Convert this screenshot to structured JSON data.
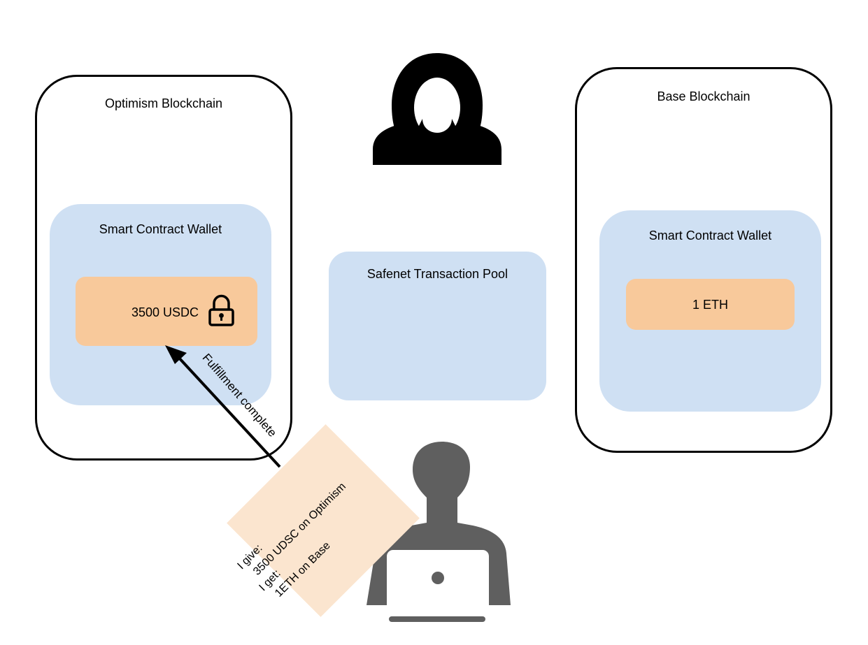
{
  "optimism": {
    "title": "Optimism Blockchain",
    "wallet_title": "Smart Contract Wallet",
    "asset": "3500 USDC"
  },
  "base": {
    "title": "Base Blockchain",
    "wallet_title": "Smart Contract Wallet",
    "asset": "1 ETH"
  },
  "pool": {
    "title": "Safenet Transaction Pool"
  },
  "arrow": {
    "label": "Fulfillment complete"
  },
  "intent_note": {
    "give_label": "I give:",
    "give_value": "3500 UDSC on Optimism",
    "get_label": "I get:",
    "get_value": "1ETH on Base"
  },
  "icons": [
    "person-woman-icon",
    "person-laptop-icon",
    "lock-icon"
  ],
  "colors": {
    "wallet_bg": "#cfe0f3",
    "asset_bg": "#f8c99b",
    "note_bg": "#fbe5cf",
    "woman": "#000000",
    "solver": "#5f5f5f"
  }
}
